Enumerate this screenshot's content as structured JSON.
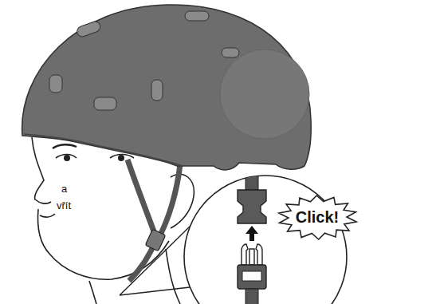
{
  "diagram": {
    "nodes": [
      {
        "text": [
          "Click!"
        ]
      }
    ],
    "labels": [
      "a",
      "vřít"
    ]
  }
}
